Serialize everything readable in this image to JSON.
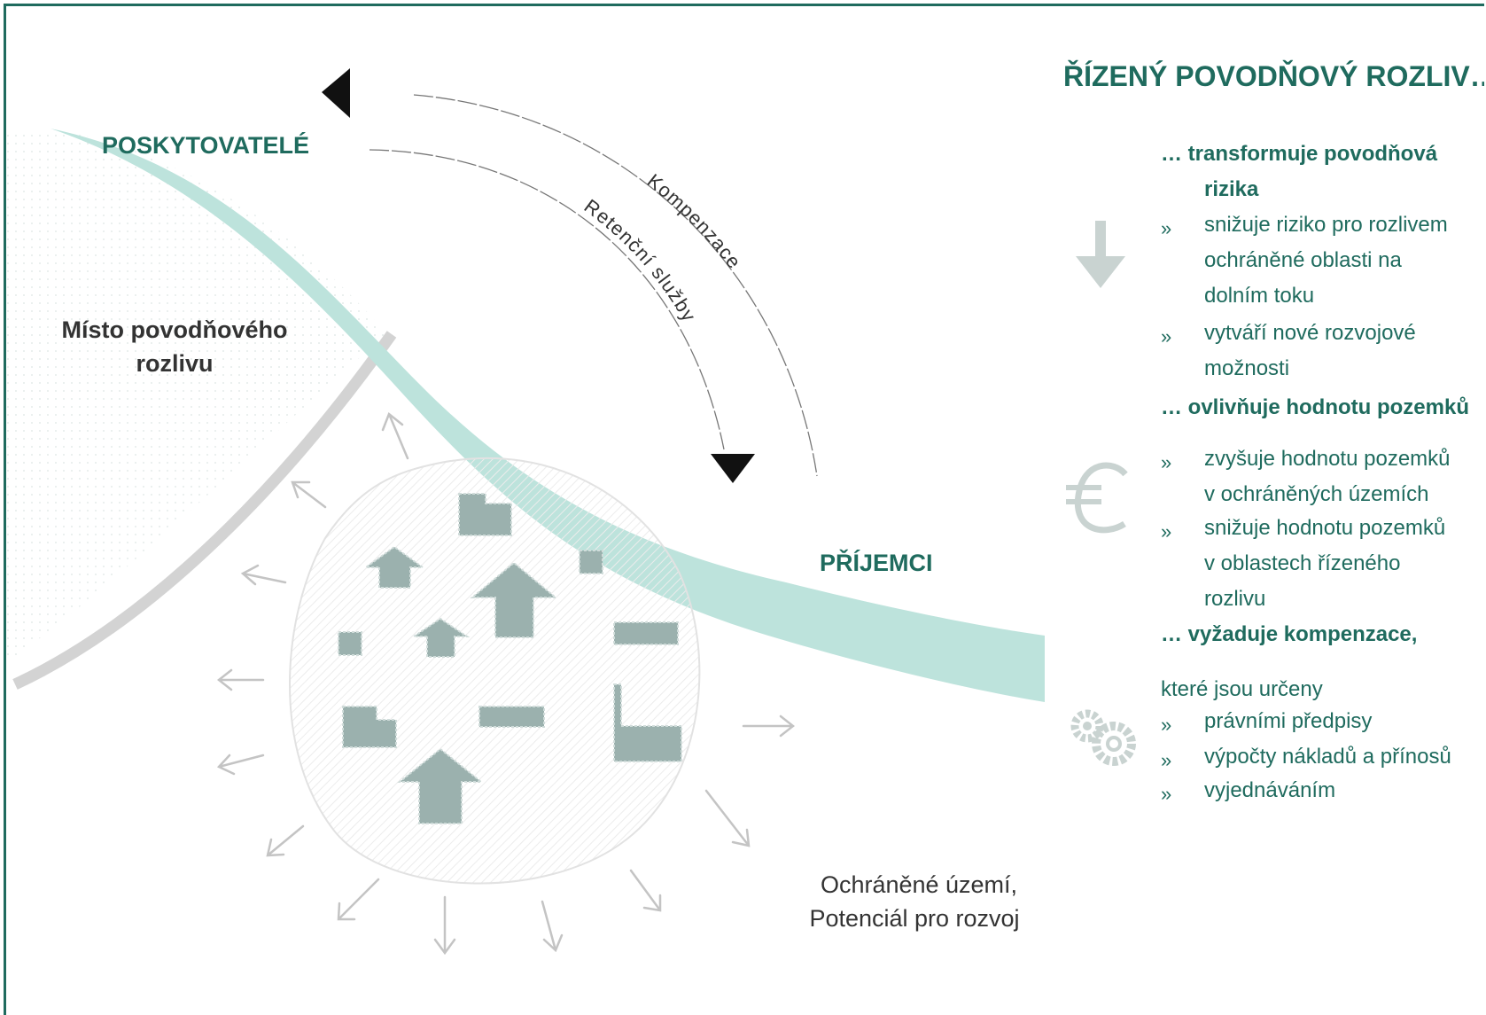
{
  "colors": {
    "accent": "#1f6b5e",
    "river": "#bde3dc",
    "grey_line": "#d3d3d3",
    "house": "#9bb1ae",
    "arrow_light": "#bdbdbd",
    "icon_grey": "#c9d3d1"
  },
  "diagram": {
    "providers_label": "POSKYTOVATELÉ",
    "receivers_label": "PŘÍJEMCI",
    "arrow_outer_label": "Kompenzace",
    "arrow_inner_label": "Retenční služby",
    "floodplain_label_1": "Místo povodňového",
    "floodplain_label_2": "rozlivu",
    "protected_label_1": "Ochráněné území,",
    "protected_label_2": "Potenciál pro rozvoj"
  },
  "panel": {
    "title": "ŘÍZENÝ POVODŇOVÝ ROZLIV…",
    "sections": [
      {
        "icon": "down-arrow-icon",
        "heading_1": "… transformuje povodňová",
        "heading_2": "rizika",
        "bullets": [
          [
            "snižuje riziko pro rozlivem",
            "ochráněné oblasti na",
            "dolním toku"
          ],
          [
            "vytváří nové rozvojové",
            "možnosti"
          ]
        ]
      },
      {
        "icon": "euro-icon",
        "heading_1": "… ovlivňuje hodnotu pozemků",
        "bullets": [
          [
            "zvyšuje hodnotu pozemků",
            "v ochráněných územích"
          ],
          [
            "snižuje hodnotu pozemků",
            "v oblastech řízeného",
            "rozlivu"
          ]
        ]
      },
      {
        "icon": "gears-icon",
        "heading_1": "… vyžaduje kompenzace,",
        "heading_2": "které jsou určeny",
        "bullets": [
          [
            "právními předpisy"
          ],
          [
            "výpočty nákladů a přínosů"
          ],
          [
            "vyjednáváním"
          ]
        ]
      }
    ],
    "bullet_marker": "»"
  }
}
